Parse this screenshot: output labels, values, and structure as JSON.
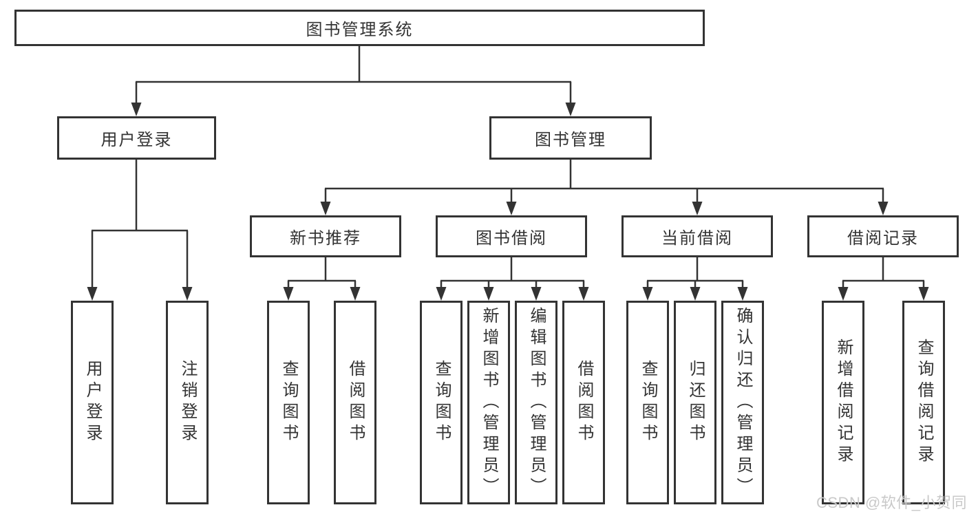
{
  "colors": {
    "line": "#333333",
    "box_border": "#333333",
    "box_background": "#ffffff",
    "text": "#333333",
    "watermark_text": "#c9c9c9"
  },
  "tree": {
    "root": {
      "label": "图书管理系统"
    },
    "level2": [
      {
        "label": "用户登录",
        "leaves": [
          {
            "label": "用户登录"
          },
          {
            "label": "注销登录"
          }
        ]
      },
      {
        "label": "图书管理",
        "groups": [
          {
            "label": "新书推荐",
            "leaves": [
              {
                "label": "查询图书"
              },
              {
                "label": "借阅图书"
              }
            ]
          },
          {
            "label": "图书借阅",
            "leaves": [
              {
                "label": "查询图书"
              },
              {
                "label": "新增图书（管理员）"
              },
              {
                "label": "编辑图书（管理员）"
              },
              {
                "label": "借阅图书"
              }
            ]
          },
          {
            "label": "当前借阅",
            "leaves": [
              {
                "label": "查询图书"
              },
              {
                "label": "归还图书"
              },
              {
                "label": "确认归还（管理员）"
              }
            ]
          },
          {
            "label": "借阅记录",
            "leaves": [
              {
                "label": "新增借阅记录"
              },
              {
                "label": "查询借阅记录"
              }
            ]
          }
        ]
      }
    ]
  },
  "watermark": {
    "text": "CSDN @软件_小贺同学"
  }
}
